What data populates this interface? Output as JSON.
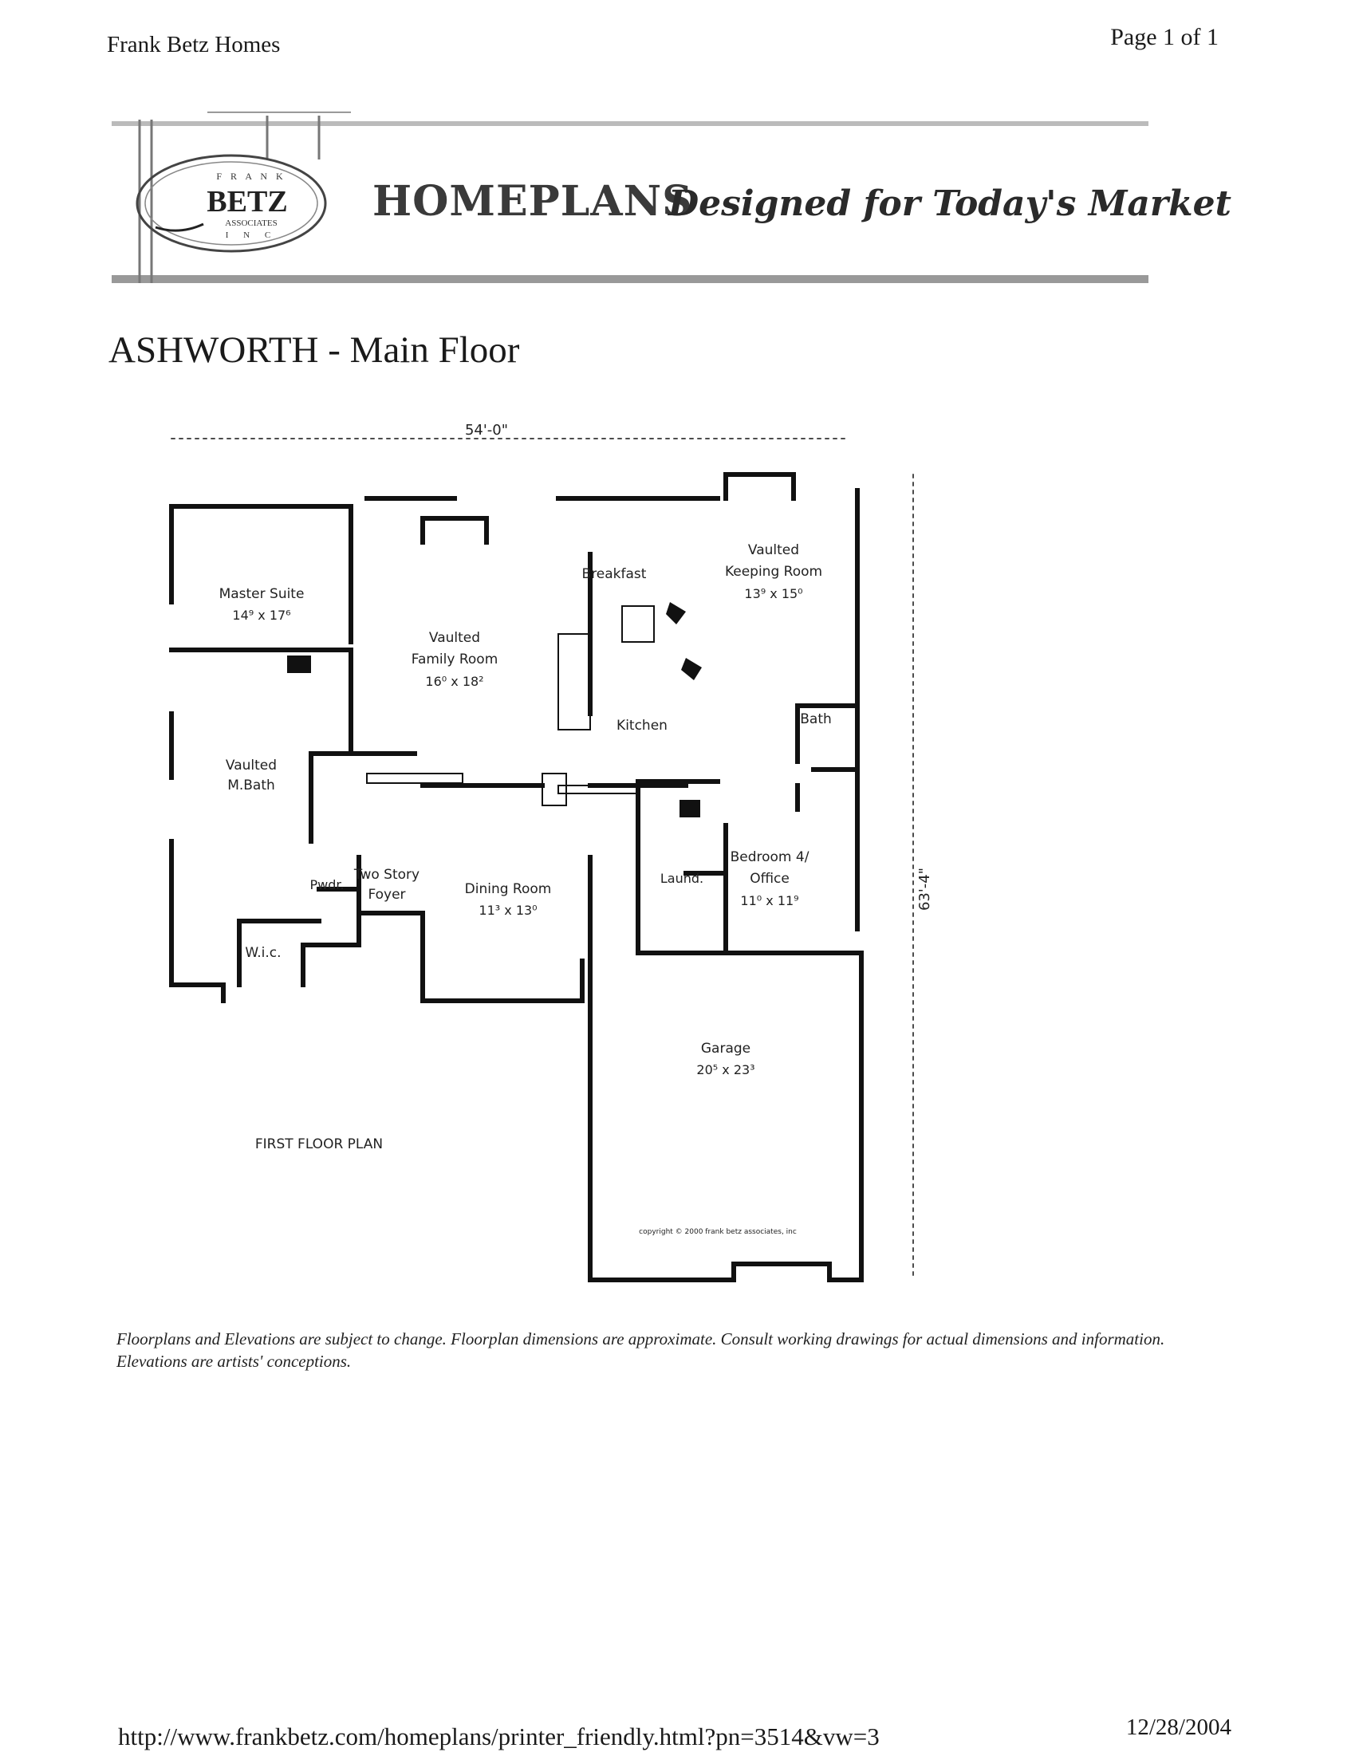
{
  "header": {
    "site_name": "Frank Betz Homes",
    "page_indicator": "Page 1 of 1"
  },
  "banner": {
    "logo_top": "F R A N K",
    "logo_main": "BETZ",
    "logo_sub": "ASSOCIATES",
    "logo_bottom": "I N C",
    "brand": "HOMEPLANS",
    "tagline": "Designed for Today's Market"
  },
  "title": "ASHWORTH - Main Floor",
  "plan": {
    "width_dim": "54'-0\"",
    "depth_dim": "63'-4\"",
    "plan_label": "FIRST FLOOR PLAN",
    "copyright": "copyright © 2000 frank betz associates, inc",
    "rooms": {
      "master": {
        "name": "Master Suite",
        "size": "14⁹ x 17⁶"
      },
      "family_1": "Vaulted",
      "family_2": "Family Room",
      "family_size": "16⁰ x 18²",
      "breakfast": "Breakfast",
      "keeping_1": "Vaulted",
      "keeping_2": "Keeping Room",
      "keeping_size": "13⁹ x 15⁰",
      "kitchen": "Kitchen",
      "bath": "Bath",
      "mbath_1": "Vaulted",
      "mbath_2": "M.Bath",
      "bedroom_1": "Bedroom 4/",
      "bedroom_2": "Office",
      "bedroom_size": "11⁰ x 11⁹",
      "foyer_1": "Two Story",
      "foyer_2": "Foyer",
      "dining": "Dining Room",
      "dining_size": "11³ x 13⁰",
      "powder": "Pwdr.",
      "laundry": "Laund.",
      "wic": "W.i.c.",
      "garage": "Garage",
      "garage_size": "20⁵ x 23³"
    }
  },
  "disclaimer": "Floorplans and Elevations are subject to change. Floorplan dimensions are approximate. Consult working drawings for actual dimensions and information. Elevations are artists' conceptions.",
  "footer": {
    "url": "http://www.frankbetz.com/homeplans/printer_friendly.html?pn=3514&vw=3",
    "date": "12/28/2004"
  }
}
